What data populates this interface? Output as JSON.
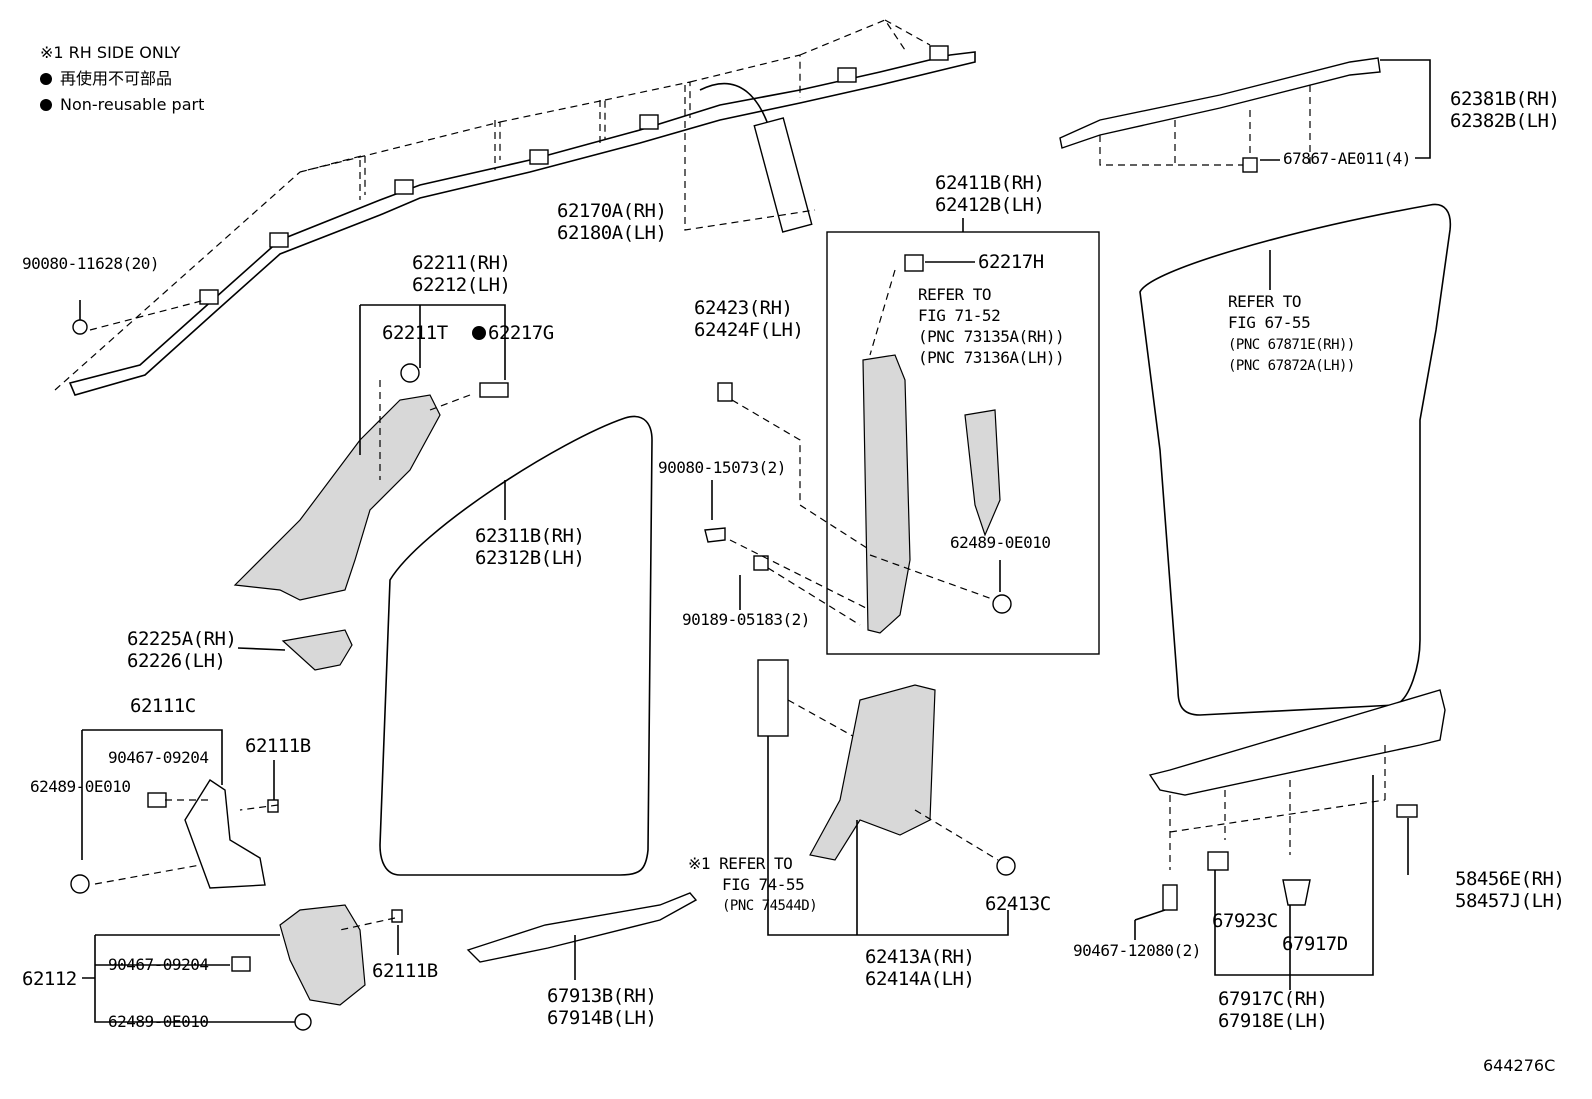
{
  "legend": {
    "rh_only": "※1 RH SIDE ONLY",
    "nonreusable_jp": "再使用不可部品",
    "nonreusable_en": "Non-reusable part"
  },
  "figure_code": "644276C",
  "labels": {
    "l62170A": "62170A(RH)",
    "l62180A": "62180A(LH)",
    "l90080_11628": "90080-11628(20)",
    "l62211": "62211(RH)",
    "l62212": "62212(LH)",
    "l62211T": "62211T",
    "l62217G": "62217G",
    "l62225A": "62225A(RH)",
    "l62226": "62226(LH)",
    "l62111C": "62111C",
    "l90467_09204a": "90467-09204",
    "l62489a": "62489-0E010",
    "l62111Ba": "62111B",
    "l62112": "62112",
    "l90467_09204b": "90467-09204",
    "l62489b": "62489-0E010",
    "l62111Bb": "62111B",
    "l62311B": "62311B(RH)",
    "l62312B": "62312B(LH)",
    "l67913B": "67913B(RH)",
    "l67914B": "67914B(LH)",
    "l62423": "62423(RH)",
    "l62424F": "62424F(LH)",
    "l90080_15073": "90080-15073(2)",
    "l90189_05183": "90189-05183(2)",
    "l62411B": "62411B(RH)",
    "l62412B": "62412B(LH)",
    "l62217H": "62217H",
    "ref71_1": "REFER TO",
    "ref71_2": "FIG 71-52",
    "ref71_3": "(PNC 73135A(RH))",
    "ref71_4": "(PNC 73136A(LH))",
    "l62489c": "62489-0E010",
    "ref74_1": "※1 REFER TO",
    "ref74_2": "FIG 74-55",
    "ref74_3": "(PNC 74544D)",
    "l62413C": "62413C",
    "l62413A": "62413A(RH)",
    "l62414A": "62414A(LH)",
    "l62381B": "62381B(RH)",
    "l62382B": "62382B(LH)",
    "l67867": "67867-AE011(4)",
    "ref67_1": "REFER TO",
    "ref67_2": "FIG 67-55",
    "ref67_3": "(PNC 67871E(RH))",
    "ref67_4": "(PNC 67872A(LH))",
    "l58456E": "58456E(RH)",
    "l58457J": "58457J(LH)",
    "l90467_12080": "90467-12080(2)",
    "l67923C": "67923C",
    "l67917D": "67917D",
    "l67917C": "67917C(RH)",
    "l67918E": "67918E(LH)"
  }
}
